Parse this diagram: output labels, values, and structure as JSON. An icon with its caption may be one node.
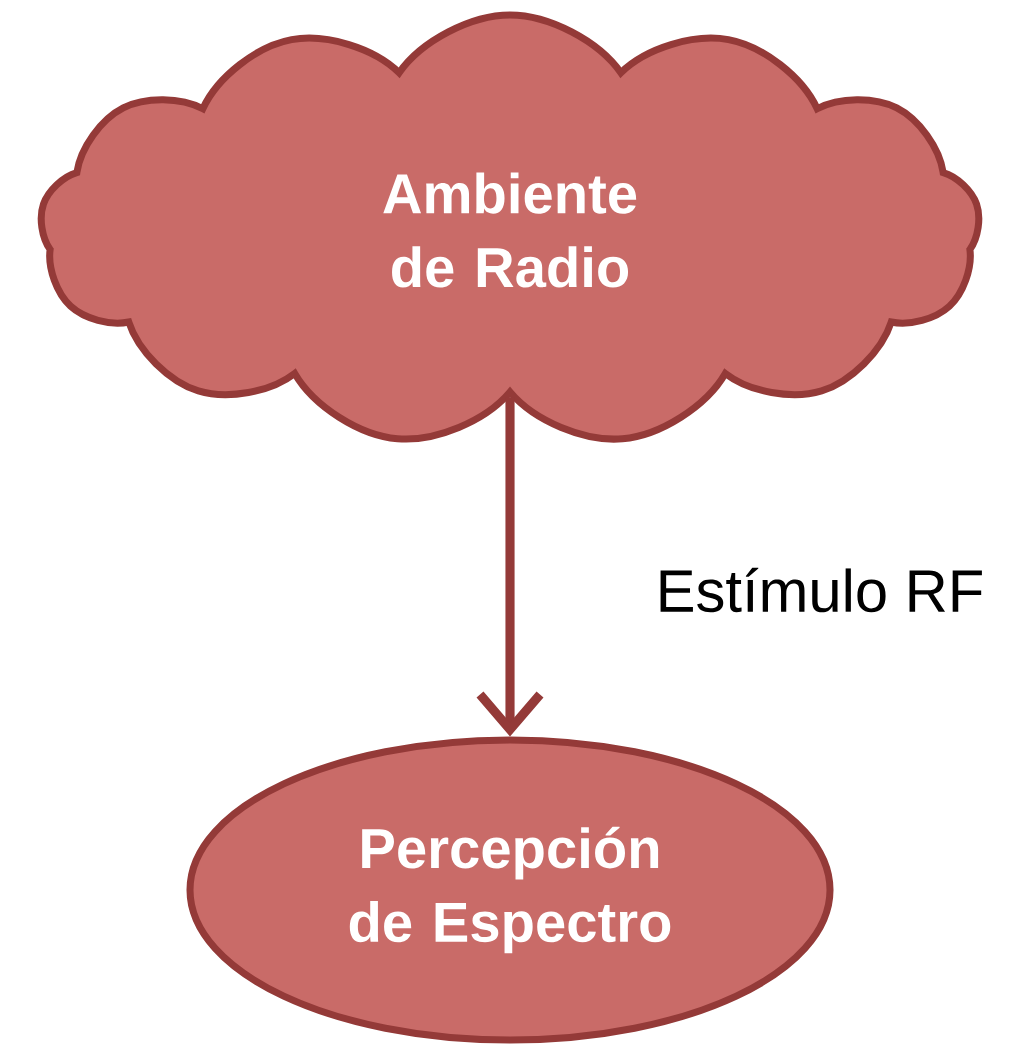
{
  "diagram": {
    "nodes": [
      {
        "text": [
          "Ambiente de Radio"
        ]
      },
      {
        "text": [
          "Percepción de Espectro"
        ]
      }
    ],
    "edges": [
      {
        "from": 0,
        "to": 1,
        "arrow": "to",
        "label": "Estímulo RF"
      }
    ]
  }
}
